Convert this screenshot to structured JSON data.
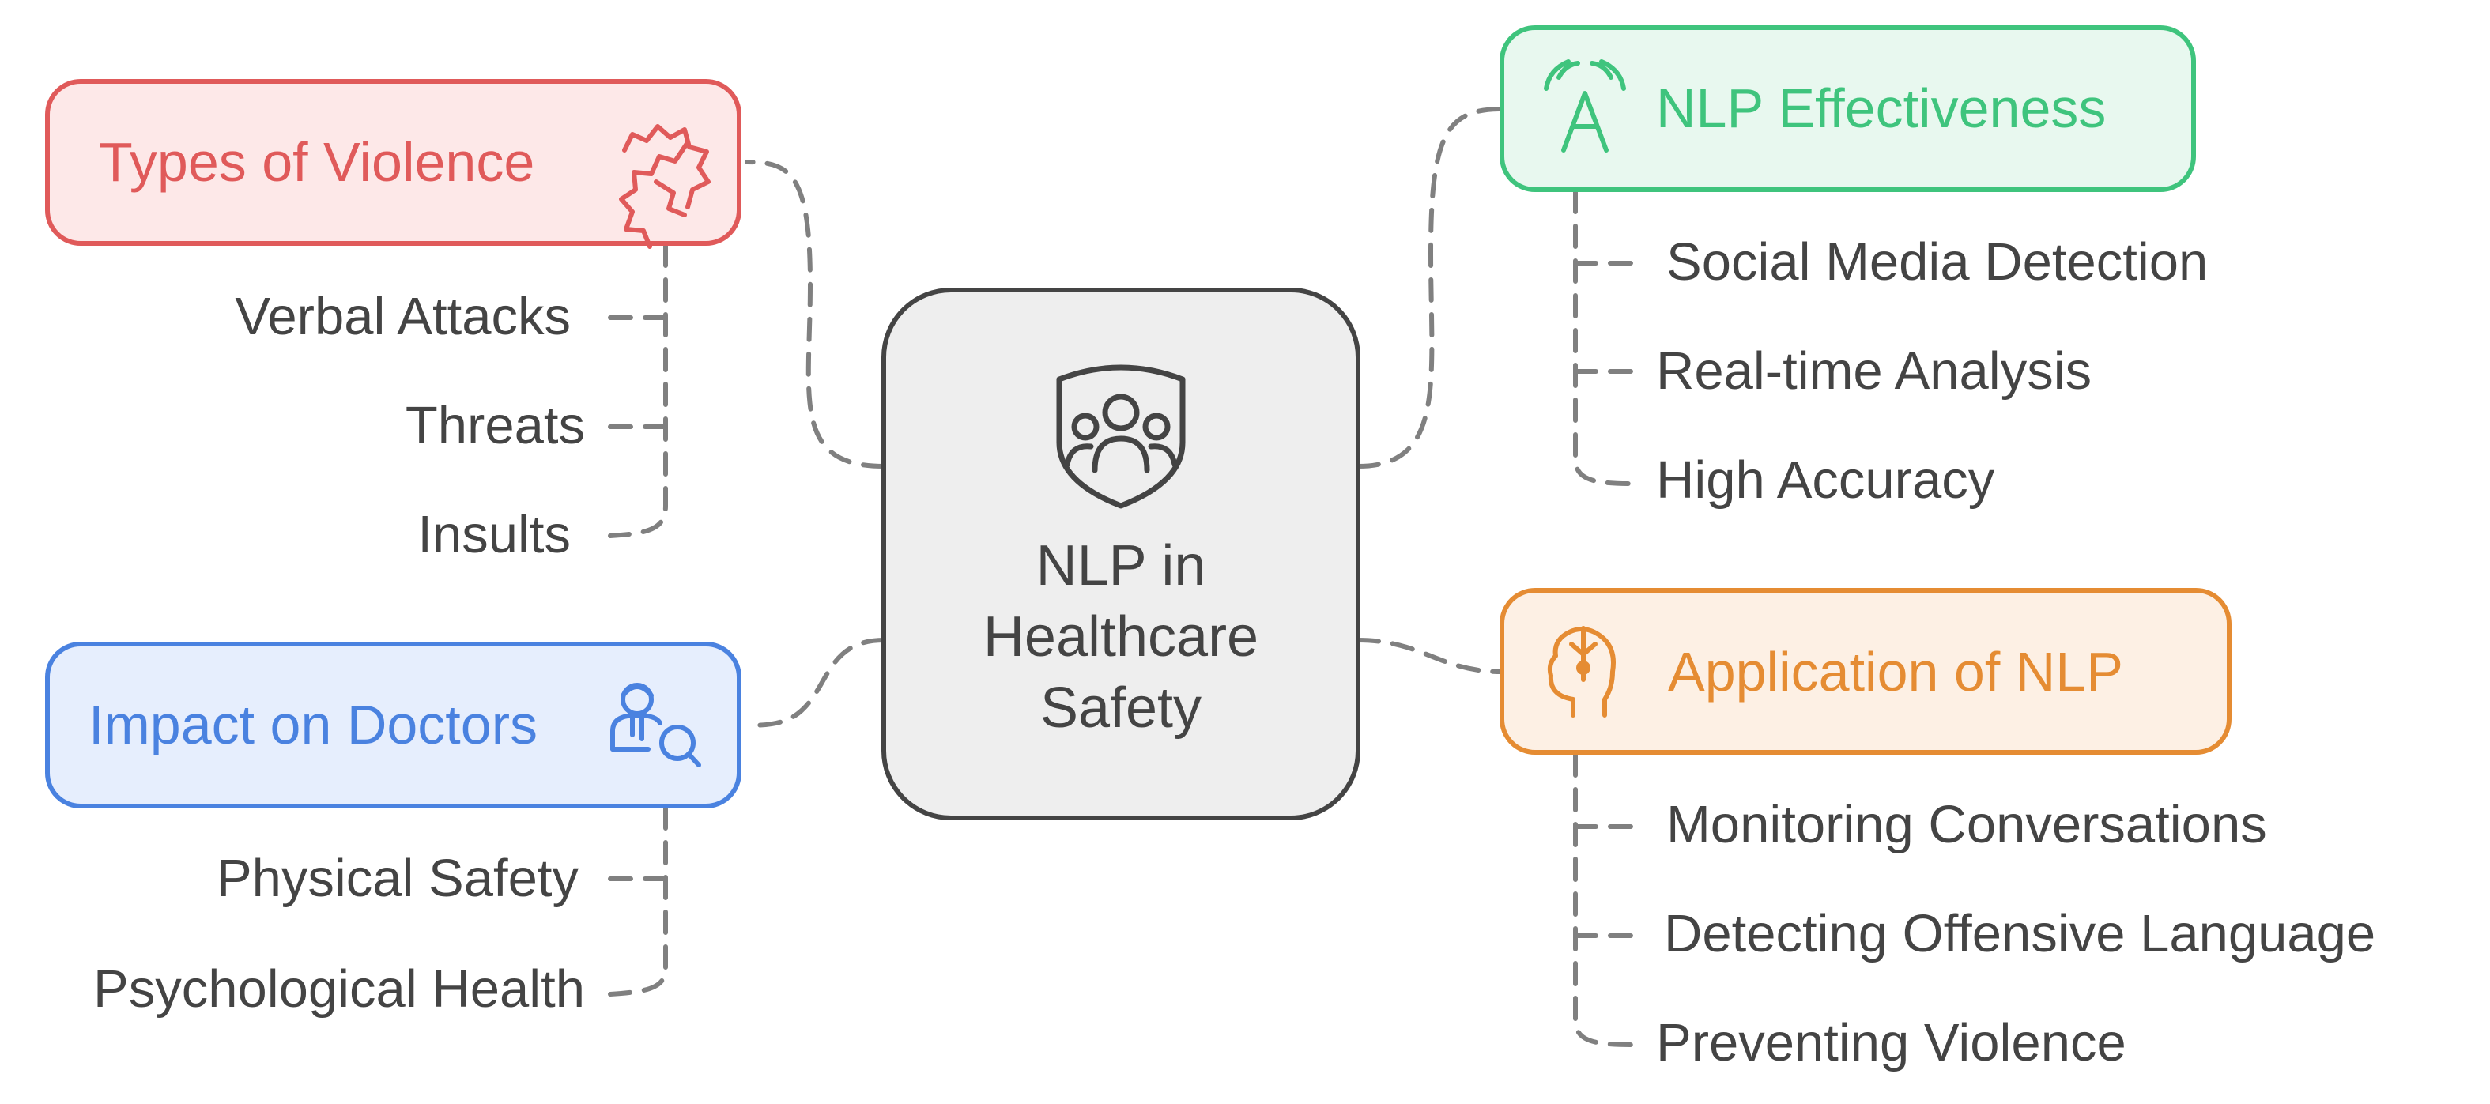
{
  "colors": {
    "violence": "#e05a5a",
    "violence_bg": "#fde8e8",
    "effectiveness": "#3fc47d",
    "effectiveness_bg": "#e8f8ef",
    "doctors": "#4a82e0",
    "doctors_bg": "#e6eefd",
    "application": "#e58c33",
    "application_bg": "#fdf0e4",
    "center_bg": "#eeeeee",
    "center_border": "#444444",
    "connector": "#808080",
    "text": "#444444"
  },
  "center": {
    "line1": "NLP in",
    "line2": "Healthcare",
    "line3": "Safety",
    "icon": "shield-people-icon"
  },
  "branches": {
    "violence": {
      "title": "Types of Violence",
      "icon": "fist-fight-icon",
      "items": [
        "Verbal Attacks",
        "Threats",
        "Insults"
      ]
    },
    "doctors": {
      "title": "Impact on Doctors",
      "icon": "doctor-search-icon",
      "items": [
        "Physical Safety",
        "Psychological Health"
      ]
    },
    "effectiveness": {
      "title": "NLP Effectiveness",
      "icon": "signal-a-icon",
      "items": [
        "Social Media Detection",
        "Real-time Analysis",
        "High Accuracy"
      ]
    },
    "application": {
      "title": "Application of NLP",
      "icon": "head-brain-icon",
      "items": [
        "Monitoring Conversations",
        "Detecting Offensive Language",
        "Preventing Violence"
      ]
    }
  }
}
